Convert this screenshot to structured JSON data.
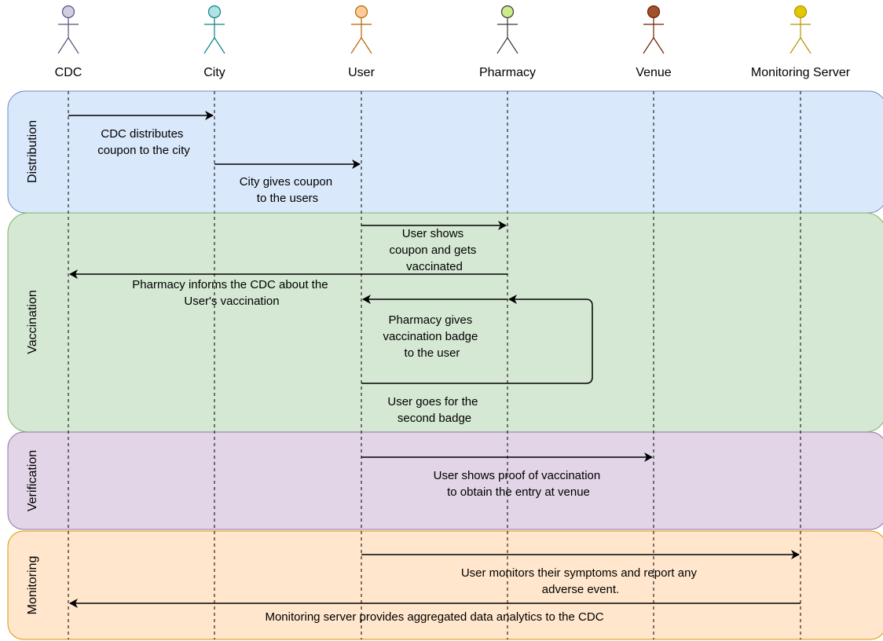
{
  "actors": [
    {
      "name": "CDC",
      "color": "#d0cee2",
      "stroke": "#56517e"
    },
    {
      "name": "City",
      "color": "#b0e3e6",
      "stroke": "#0e8088"
    },
    {
      "name": "User",
      "color": "#ffcc99",
      "stroke": "#b46504"
    },
    {
      "name": "Pharmacy",
      "color": "#cdeb8b",
      "stroke": "#36393d"
    },
    {
      "name": "Venue",
      "color": "#a0522d",
      "stroke": "#6d1f00"
    },
    {
      "name": "Monitoring Server",
      "color": "#e3c800",
      "stroke": "#b09500"
    }
  ],
  "lanes": [
    {
      "title": "Distribution",
      "fill": "#dae8fc",
      "stroke": "#6c8ebf"
    },
    {
      "title": "Vaccination",
      "fill": "#d5e8d4",
      "stroke": "#82b366"
    },
    {
      "title": "Verification",
      "fill": "#e1d5e7",
      "stroke": "#9673a6"
    },
    {
      "title": "Monitoring",
      "fill": "#ffe6cc",
      "stroke": "#d79b00"
    }
  ],
  "messages": [
    {
      "from": "CDC",
      "to": "City",
      "lines": [
        "CDC distributes",
        "coupon to the city"
      ]
    },
    {
      "from": "City",
      "to": "User",
      "lines": [
        "City gives coupon",
        "to the users"
      ]
    },
    {
      "from": "User",
      "to": "Pharmacy",
      "lines": [
        "User shows",
        "coupon and gets",
        "vaccinated"
      ]
    },
    {
      "from": "Pharmacy",
      "to": "CDC",
      "lines": [
        "Pharmacy informs the CDC about the",
        "User's vaccination"
      ]
    },
    {
      "from": "Pharmacy",
      "to": "User",
      "lines": [
        "Pharmacy gives",
        "vaccination badge",
        "to the user"
      ]
    },
    {
      "from": "User",
      "to": "Pharmacy",
      "lines": [
        "User goes for the",
        "second badge"
      ]
    },
    {
      "from": "User",
      "to": "Venue",
      "lines": [
        "User shows proof of vaccination",
        "to obtain the entry at venue"
      ]
    },
    {
      "from": "User",
      "to": "Monitoring Server",
      "lines": [
        "User monitors their symptoms and report any",
        "adverse event."
      ]
    },
    {
      "from": "Monitoring Server",
      "to": "CDC",
      "lines": [
        "Monitoring server provides aggregated data analytics to the CDC"
      ]
    }
  ]
}
